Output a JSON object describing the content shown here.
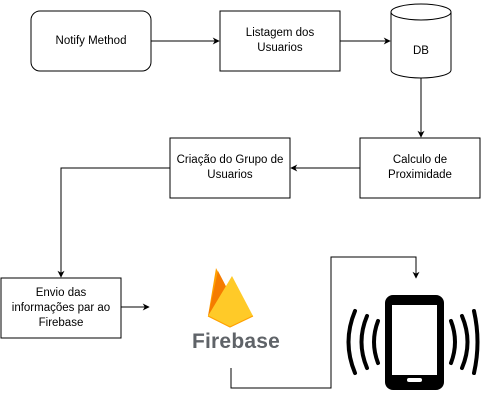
{
  "nodes": {
    "notify": "Notify Method",
    "listagem": "Listagem dos\nUsuarios",
    "db": "DB",
    "calculo": "Calculo de\nProximidade",
    "criacao": "Criação do Grupo de\nUsuarios",
    "envio": "Envio das\ninformações par ao\nFirebase"
  },
  "firebase": {
    "brand": "Firebase",
    "icon": "firebase-flame-icon",
    "colors": {
      "flame_orange": "#f57c00",
      "flame_yellow": "#ffca28",
      "flame_amber": "#ffa000",
      "text_gray": "#5f6368"
    }
  },
  "device": {
    "icon": "smartphone-vibrating-icon"
  }
}
